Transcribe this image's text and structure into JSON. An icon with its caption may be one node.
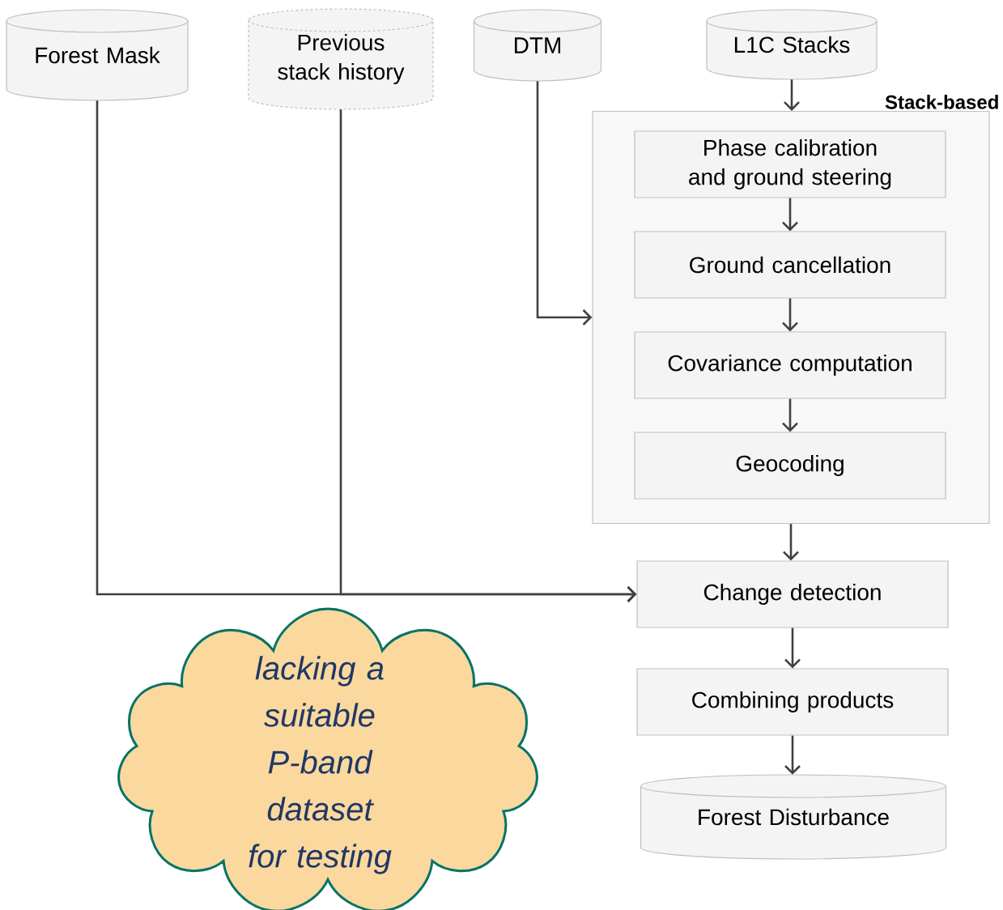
{
  "diagram": {
    "nodes": [
      {
        "text": [
          "Forest Mask"
        ]
      },
      {
        "text": [
          "Previous stack history"
        ]
      },
      {
        "text": [
          "DTM"
        ]
      },
      {
        "text": [
          "L1C Stacks"
        ]
      },
      {
        "text": [
          "Stack-based"
        ]
      },
      {
        "text": [
          "Phase calibration and ground steering"
        ],
        "in": 4
      },
      {
        "text": [
          "Ground cancellation"
        ],
        "in": 4
      },
      {
        "text": [
          "Covariance computation"
        ],
        "in": 4
      },
      {
        "text": [
          "Geocoding"
        ],
        "in": 4
      },
      {
        "text": [
          "Change detection"
        ]
      },
      {
        "text": [
          "Combining products"
        ]
      },
      {
        "text": [
          "Forest Disturbance"
        ]
      },
      {
        "text": [
          "lacking a suitable P-band dataset for testing"
        ]
      }
    ],
    "edges": [
      {
        "from": 3,
        "to": 4,
        "arrow": "to"
      },
      {
        "from": 5,
        "to": 6,
        "arrow": "to"
      },
      {
        "from": 6,
        "to": 7,
        "arrow": "to"
      },
      {
        "from": 7,
        "to": 8,
        "arrow": "to"
      },
      {
        "from": 2,
        "to": 4,
        "arrow": "to"
      },
      {
        "from": 4,
        "to": 9,
        "arrow": "to"
      },
      {
        "from": 0,
        "to": 9,
        "arrow": "to"
      },
      {
        "from": 1,
        "to": 9,
        "arrow": "to"
      },
      {
        "from": 9,
        "to": 10,
        "arrow": "to"
      },
      {
        "from": 10,
        "to": 11,
        "arrow": "to"
      }
    ]
  }
}
